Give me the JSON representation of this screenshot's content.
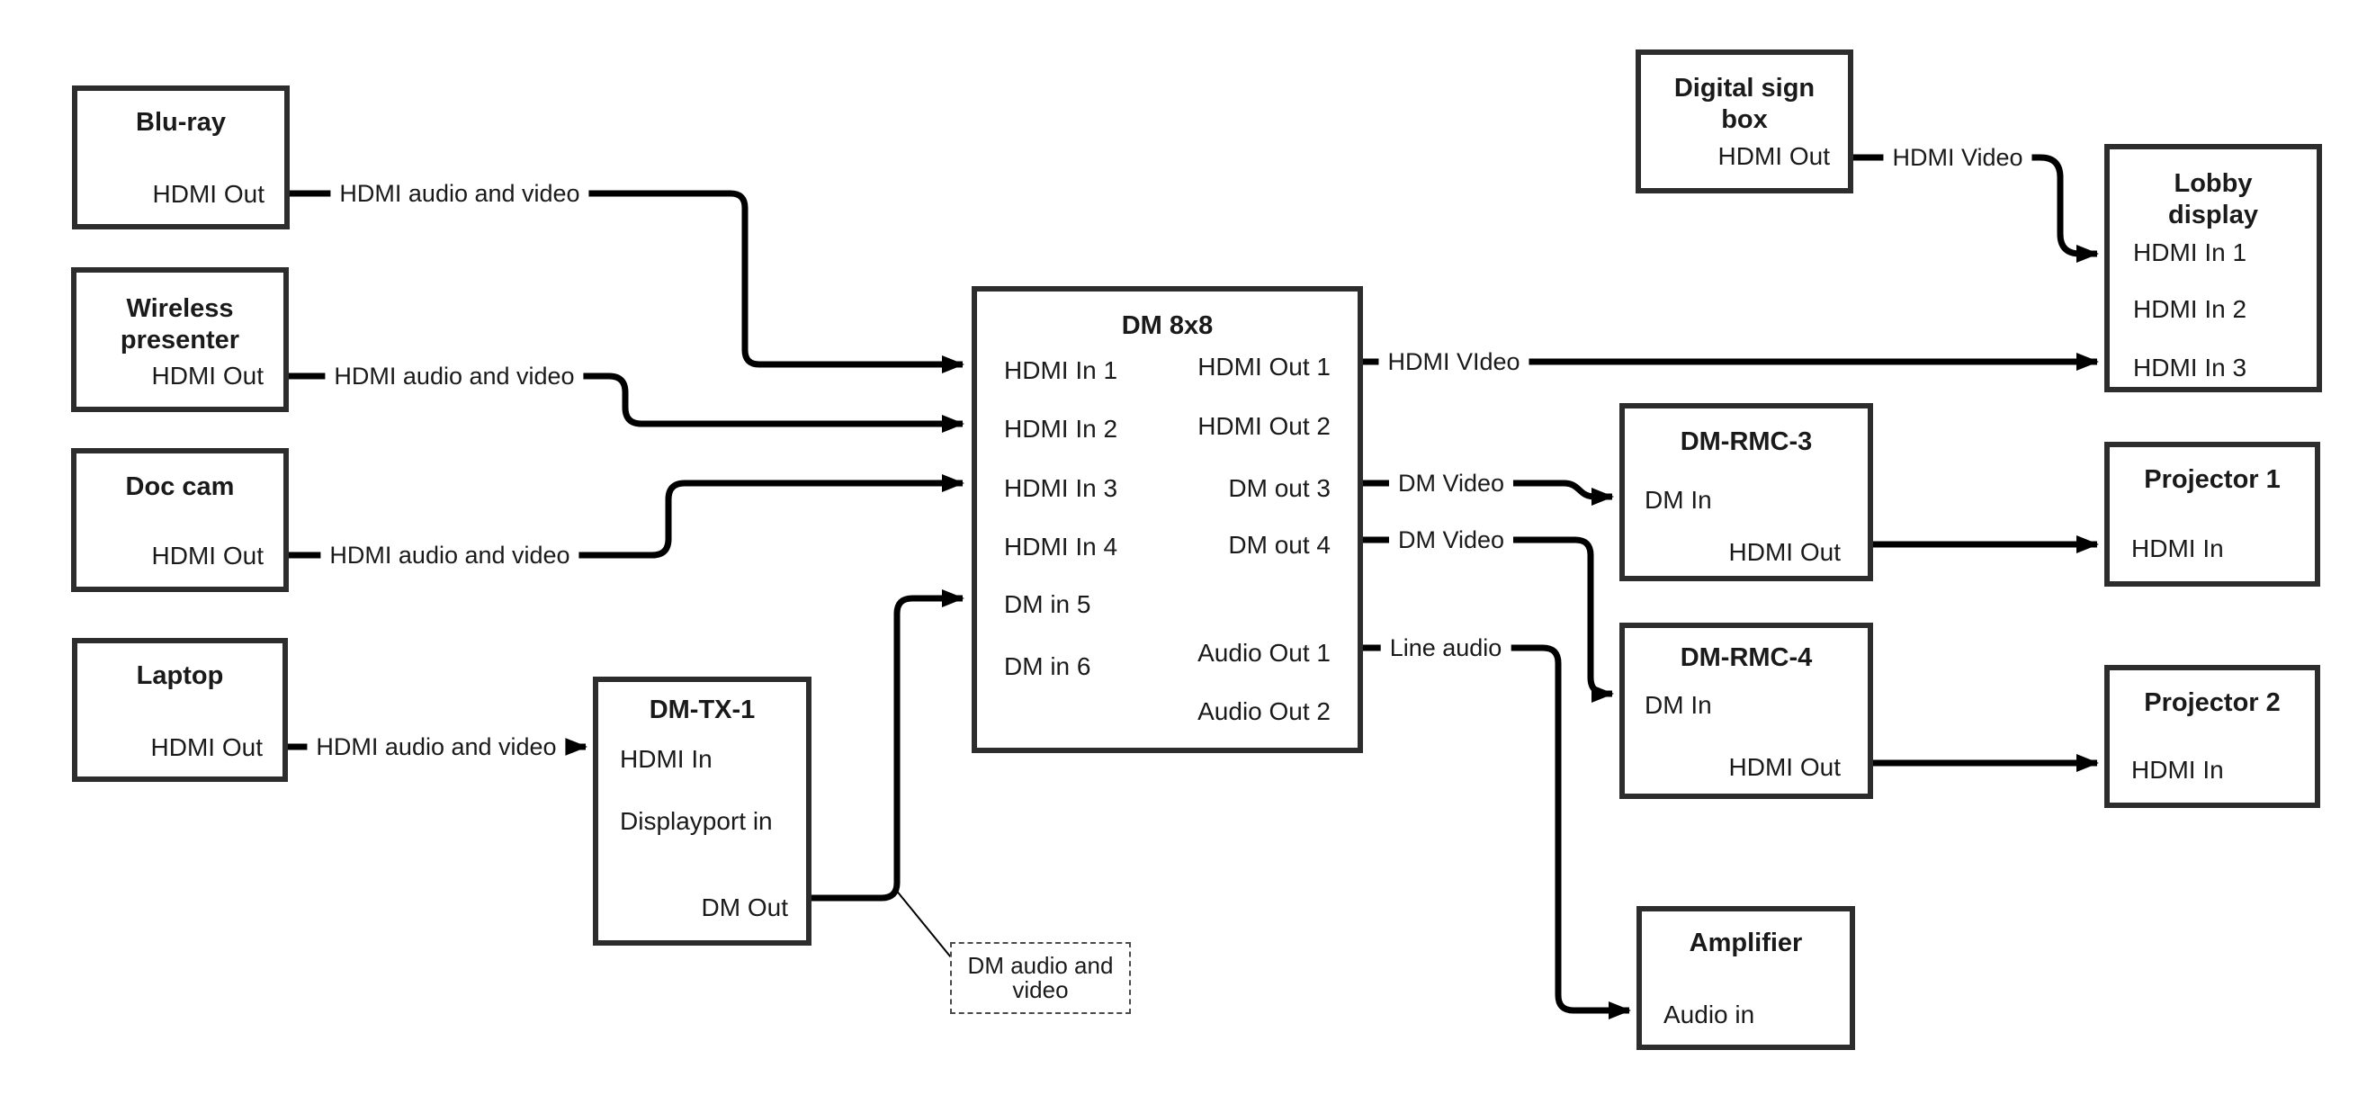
{
  "diagram": {
    "colors": {
      "line": "#000000",
      "box_border": "#2d2d2d",
      "text": "#1a1a1a",
      "background": "#ffffff"
    },
    "nodes": {
      "bluray": {
        "title": "Blu-ray",
        "ports": {
          "hdmi_out": "HDMI Out"
        }
      },
      "wireless": {
        "title": "Wireless\npresenter",
        "ports": {
          "hdmi_out": "HDMI Out"
        }
      },
      "doccam": {
        "title": "Doc cam",
        "ports": {
          "hdmi_out": "HDMI Out"
        }
      },
      "laptop": {
        "title": "Laptop",
        "ports": {
          "hdmi_out": "HDMI Out"
        }
      },
      "dmtx1": {
        "title": "DM-TX-1",
        "ports": {
          "hdmi_in": "HDMI In",
          "displayport_in": "Displayport in",
          "dm_out": "DM Out"
        }
      },
      "dm8x8": {
        "title": "DM 8x8",
        "ports": {
          "hdmi_in_1": "HDMI In 1",
          "hdmi_in_2": "HDMI In 2",
          "hdmi_in_3": "HDMI In 3",
          "hdmi_in_4": "HDMI In 4",
          "dm_in_5": "DM in 5",
          "dm_in_6": "DM in 6",
          "hdmi_out_1": "HDMI Out 1",
          "hdmi_out_2": "HDMI Out 2",
          "dm_out_3": "DM out 3",
          "dm_out_4": "DM out 4",
          "audio_out_1": "Audio Out 1",
          "audio_out_2": "Audio Out 2"
        }
      },
      "digitalsign": {
        "title": "Digital sign\nbox",
        "ports": {
          "hdmi_out": "HDMI Out"
        }
      },
      "lobby": {
        "title": "Lobby\ndisplay",
        "ports": {
          "hdmi_in_1": "HDMI In 1",
          "hdmi_in_2": "HDMI In 2",
          "hdmi_in_3": "HDMI In 3"
        }
      },
      "dmrmc3": {
        "title": "DM-RMC-3",
        "ports": {
          "dm_in": "DM In",
          "hdmi_out": "HDMI Out"
        }
      },
      "proj1": {
        "title": "Projector 1",
        "ports": {
          "hdmi_in": "HDMI In"
        }
      },
      "dmrmc4": {
        "title": "DM-RMC-4",
        "ports": {
          "dm_in": "DM In",
          "hdmi_out": "HDMI Out"
        }
      },
      "proj2": {
        "title": "Projector 2",
        "ports": {
          "hdmi_in": "HDMI In"
        }
      },
      "amplifier": {
        "title": "Amplifier",
        "ports": {
          "audio_in": "Audio in"
        }
      }
    },
    "cable_labels": {
      "bluray_cable": "HDMI audio and video",
      "wireless_cable": "HDMI audio and video",
      "doccam_cable": "HDMI audio and video",
      "laptop_cable": "HDMI audio and video",
      "hdmi_out1_cable": "HDMI VIdeo",
      "digital_sign_cable": "HDMI Video",
      "dm_out3_cable": "DM Video",
      "dm_out4_cable": "DM Video",
      "audio_out1_cable": "Line audio"
    },
    "note": {
      "text": "DM audio and\nvideo"
    }
  }
}
